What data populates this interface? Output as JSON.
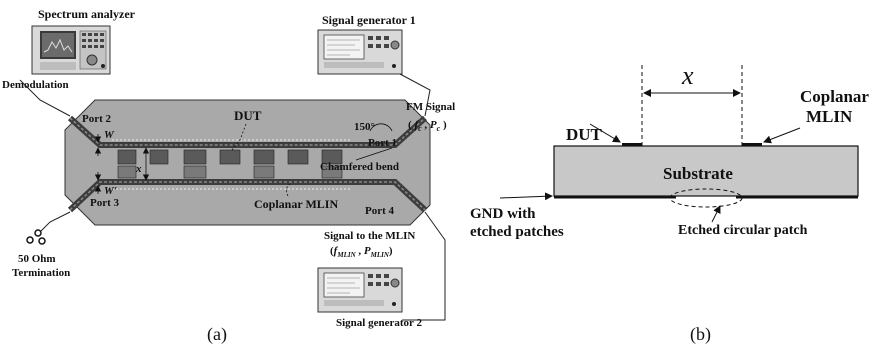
{
  "panel_a": {
    "caption": "(a)",
    "spectrum_analyzer": "Spectrum analyzer",
    "signal_generator_1": "Signal generator 1",
    "signal_generator_2": "Signal generator 2",
    "demodulation": "Demodulation",
    "fm_signal": "FM Signal",
    "fm_params": {
      "open": "( ",
      "f": "f",
      "f_sub": "c",
      "sep": " , ",
      "p": "P",
      "p_sub": "c",
      "close": " )"
    },
    "port_1": "Port 1",
    "port_2": "Port 2",
    "port_3": "Port 3",
    "port_4": "Port 4",
    "dut": "DUT",
    "angle": "150°",
    "chamfered_bend": "Chamfered bend",
    "coplanar_mlin": "Coplanar MLIN",
    "w": "W",
    "w_prime": "W'",
    "x": "x",
    "termination_line1": "50 Ohm",
    "termination_line2": "Termination",
    "signal_to_mlin": "Signal to the MLIN",
    "mlin_params": {
      "open": "(",
      "f": "f",
      "f_sub": "MLIN",
      "sep": " , ",
      "p": "P",
      "p_sub": "MLIN",
      "close": ")"
    }
  },
  "panel_b": {
    "caption": "(b)",
    "x": "x",
    "dut": "DUT",
    "coplanar_line1": "Coplanar",
    "coplanar_line2": "MLIN",
    "substrate": "Substrate",
    "gnd_line1": "GND with",
    "gnd_line2": "etched patches",
    "etched_patch": "Etched circular patch"
  },
  "colors": {
    "board": "#a9a9a9",
    "substrate": "#c8c8c8",
    "ink": "#111111"
  }
}
